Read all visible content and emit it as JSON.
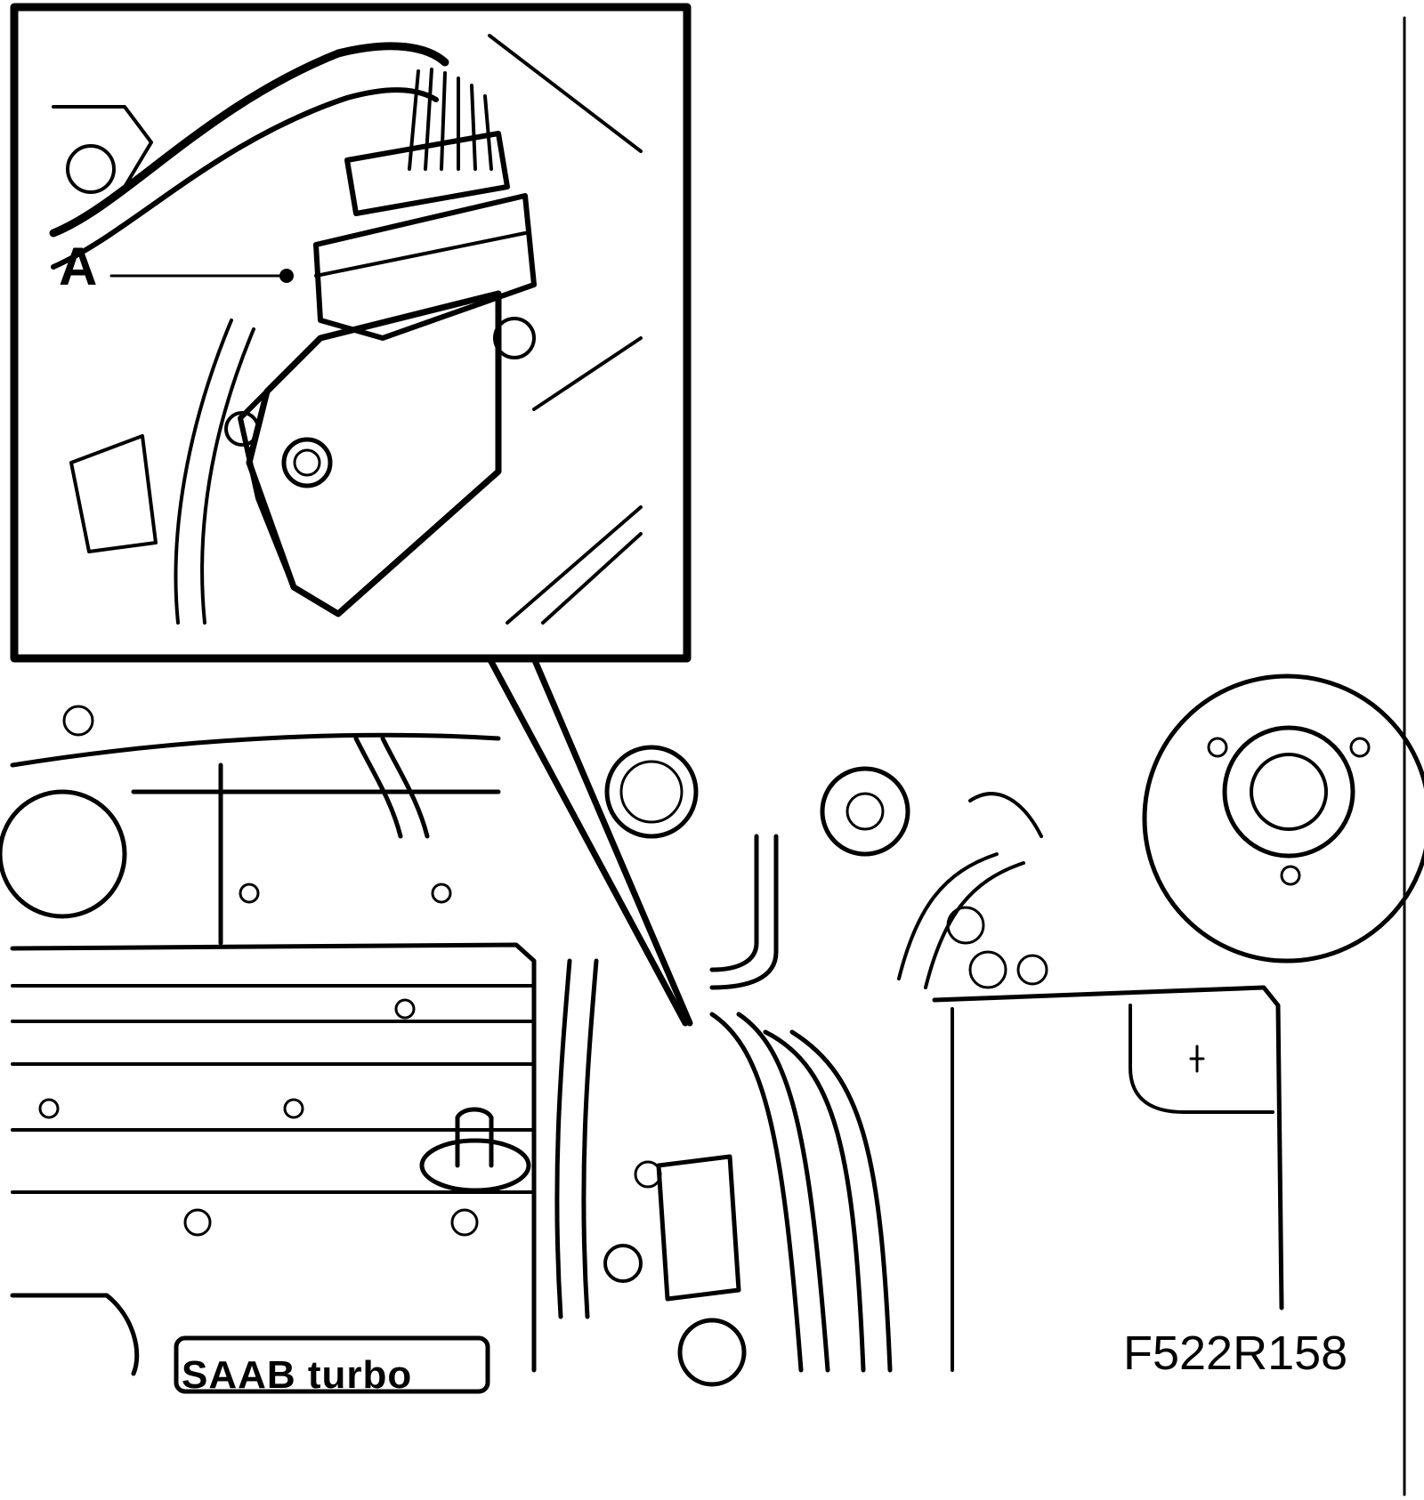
{
  "figure": {
    "callout_label": "A",
    "figure_id": "F522R158",
    "logo_text": "SAAB turbo"
  },
  "colors": {
    "ink": "#000000",
    "paper": "#ffffff"
  }
}
